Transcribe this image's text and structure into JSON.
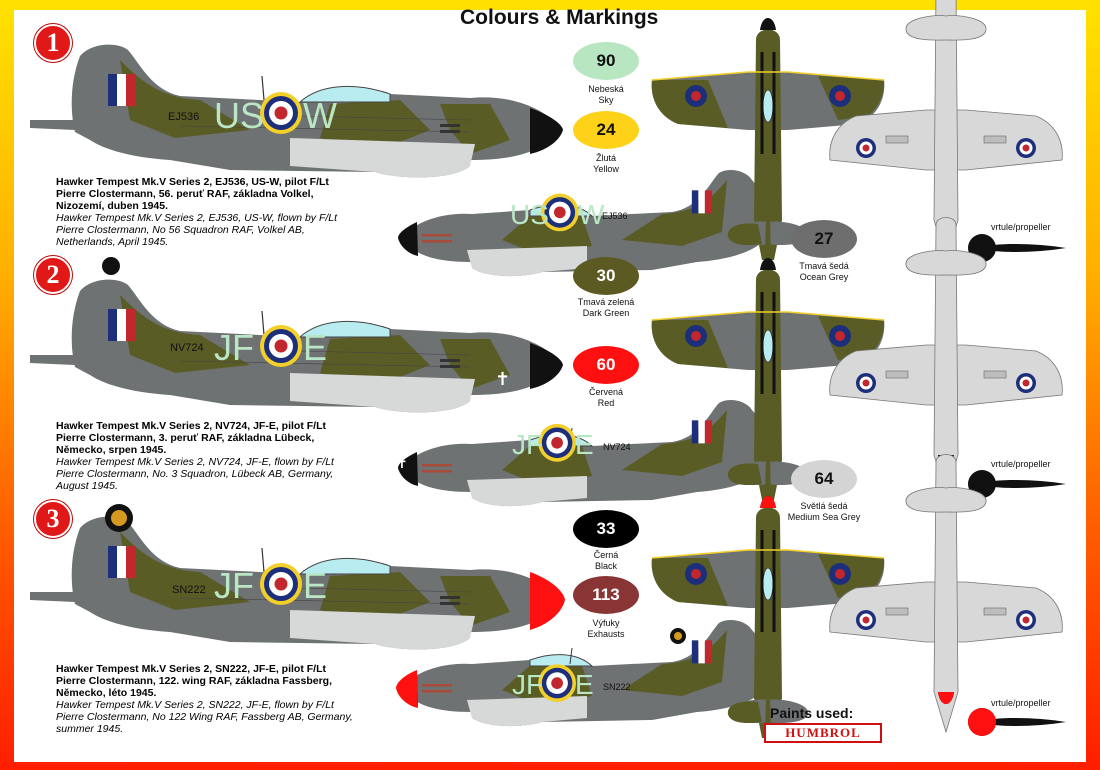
{
  "title": "Colours & Markings",
  "schemes": [
    {
      "number": "1",
      "code": "US",
      "letter": "W",
      "serial": "EJ536",
      "caption_cz": "Hawker Tempest Mk.V Series 2, EJ536, US-W, pilot F/Lt Pierre Clostermann, 56. peruť RAF, základna Volkel, Nizozemí, duben 1945.",
      "caption_en": "Hawker Tempest Mk.V Series 2, EJ536, US-W, flown by F/Lt Pierre Clostermann, No 56 Squadron RAF, Volkel AB, Netherlands, April 1945."
    },
    {
      "number": "2",
      "code": "JF",
      "letter": "E",
      "serial": "NV724",
      "caption_cz": "Hawker Tempest Mk.V Series 2, NV724, JF-E, pilot F/Lt Pierre Clostermann, 3. peruť RAF, základna Lübeck, Německo, srpen 1945.",
      "caption_en": "Hawker Tempest Mk.V Series 2, NV724, JF-E, flown by F/Lt Pierre Clostermann, No. 3 Squadron, Lübeck AB, Germany, August 1945."
    },
    {
      "number": "3",
      "code": "JF",
      "letter": "E",
      "serial": "SN222",
      "caption_cz": "Hawker Tempest Mk.V Series 2, SN222, JF-E, pilot F/Lt Pierre Clostermann, 122. wing RAF, základna Fassberg, Německo, léto 1945.",
      "caption_en": "Hawker Tempest Mk.V Series 2, SN222, JF-E, flown by F/Lt Pierre Clostermann, No 122 Wing RAF, Fassberg AB, Germany, summer 1945."
    }
  ],
  "paints": [
    {
      "code": "90",
      "cz": "Nebeská",
      "en": "Sky",
      "color": "#b8e6c0",
      "text": "#111111"
    },
    {
      "code": "24",
      "cz": "Žlutá",
      "en": "Yellow",
      "color": "#ffd21a",
      "text": "#111111"
    },
    {
      "code": "27",
      "cz": "Tmavá šedá",
      "en": "Ocean Grey",
      "color": "#6e6e6e",
      "text": "#111111"
    },
    {
      "code": "30",
      "cz": "Tmavá zelená",
      "en": "Dark Green",
      "color": "#5a5a22",
      "text": "#ffffff"
    },
    {
      "code": "60",
      "cz": "Červená",
      "en": "Red",
      "color": "#ff1010",
      "text": "#ffffff"
    },
    {
      "code": "64",
      "cz": "Světlá šedá",
      "en": "Medium Sea Grey",
      "color": "#d4d4d4",
      "text": "#111111"
    },
    {
      "code": "33",
      "cz": "Černá",
      "en": "Black",
      "color": "#000000",
      "text": "#ffffff"
    },
    {
      "code": "113",
      "cz": "Výfuky",
      "en": "Exhausts",
      "color": "#8a3535",
      "text": "#ffffff"
    }
  ],
  "propeller_label": "vrtule/propeller",
  "paints_used_label": "Paints used:",
  "brand": "HUMBROL",
  "colors": {
    "grey": "#6f7273",
    "green": "#5a5c26",
    "sky": "#b4dcc0",
    "red": "#ff0a0a",
    "roundel_blue": "#1d2f7a",
    "roundel_red": "#c1272d",
    "roundel_yellow": "#f3cf2a",
    "underside": "#d8d8d8",
    "frame_border": "#ff8a00"
  }
}
